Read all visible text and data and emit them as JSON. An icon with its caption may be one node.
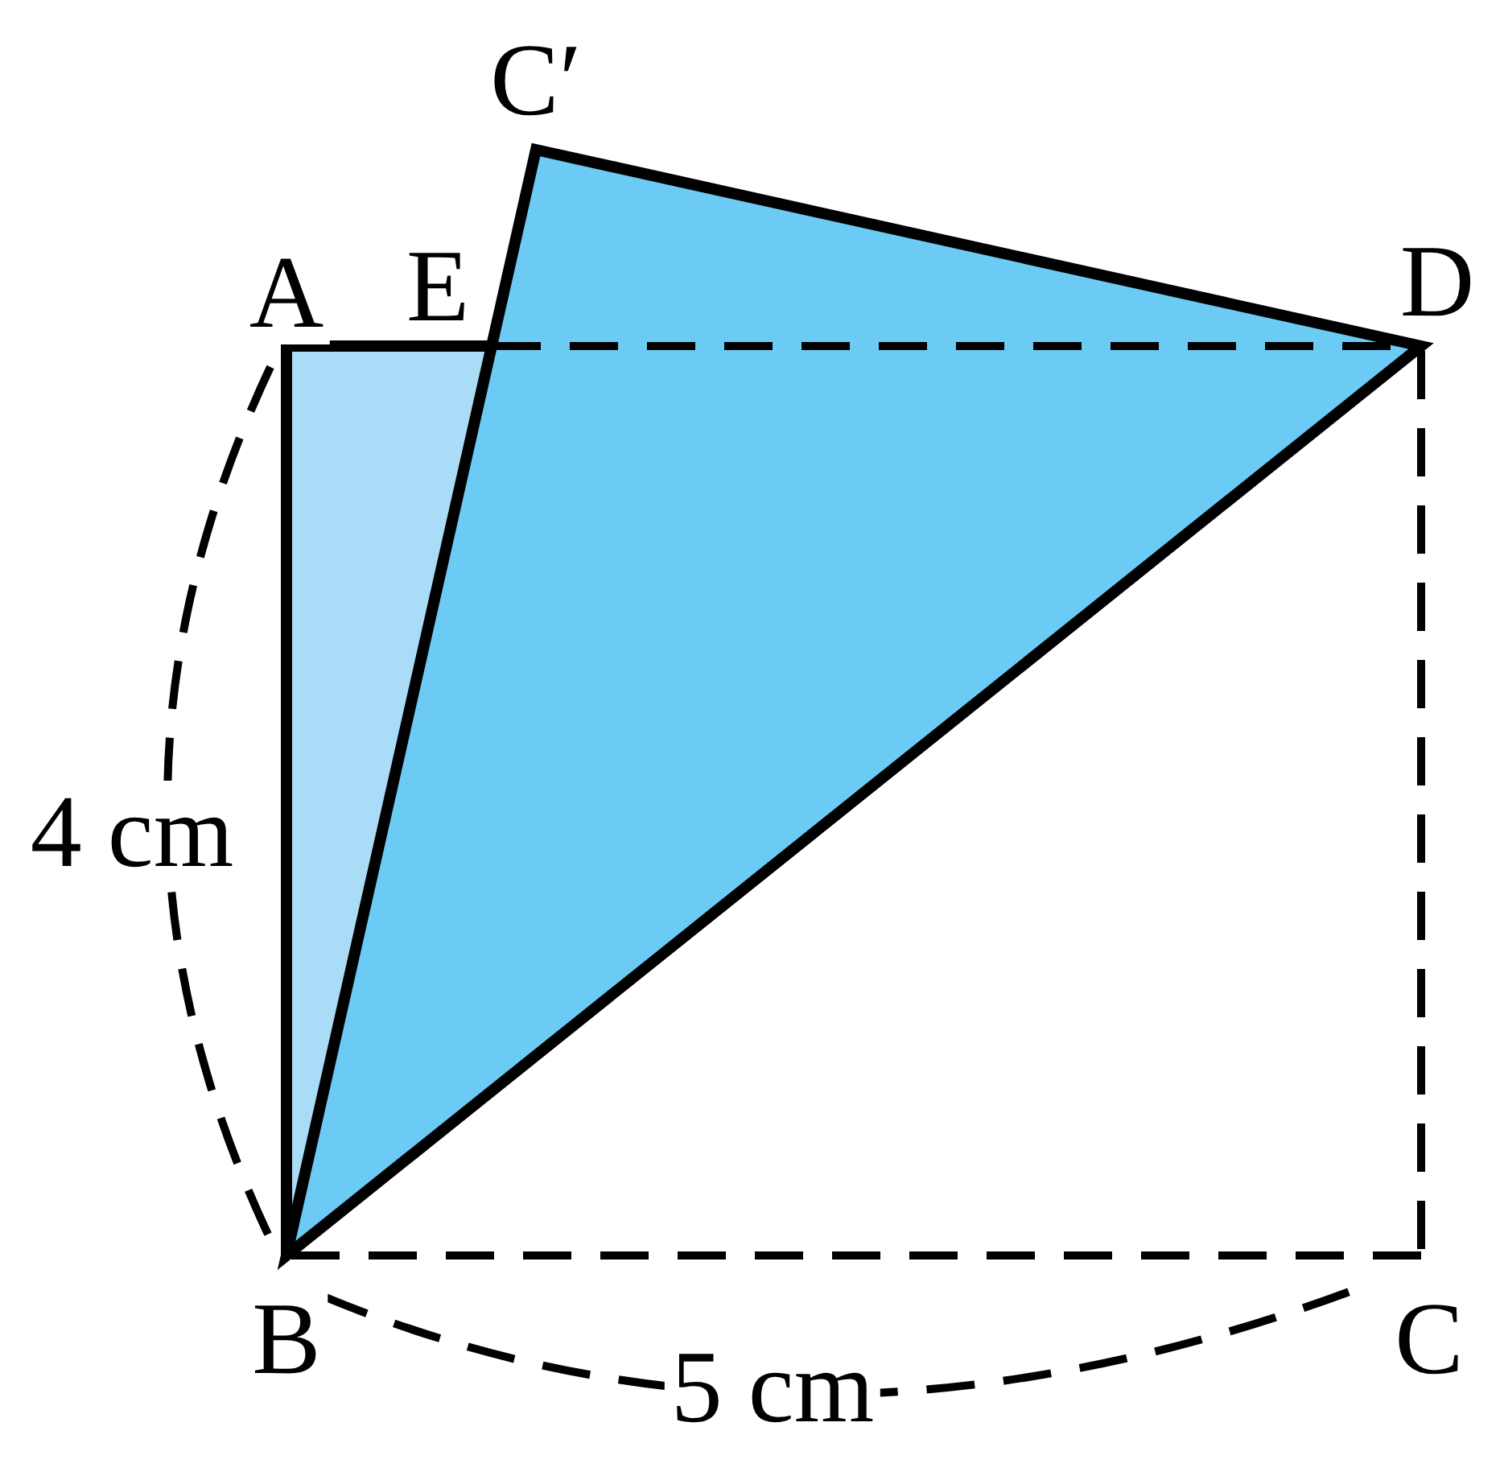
{
  "diagram": {
    "labels": [
      "C′",
      "A",
      "E",
      "D",
      "4 cm",
      "B",
      "5 cm",
      "C"
    ]
  }
}
